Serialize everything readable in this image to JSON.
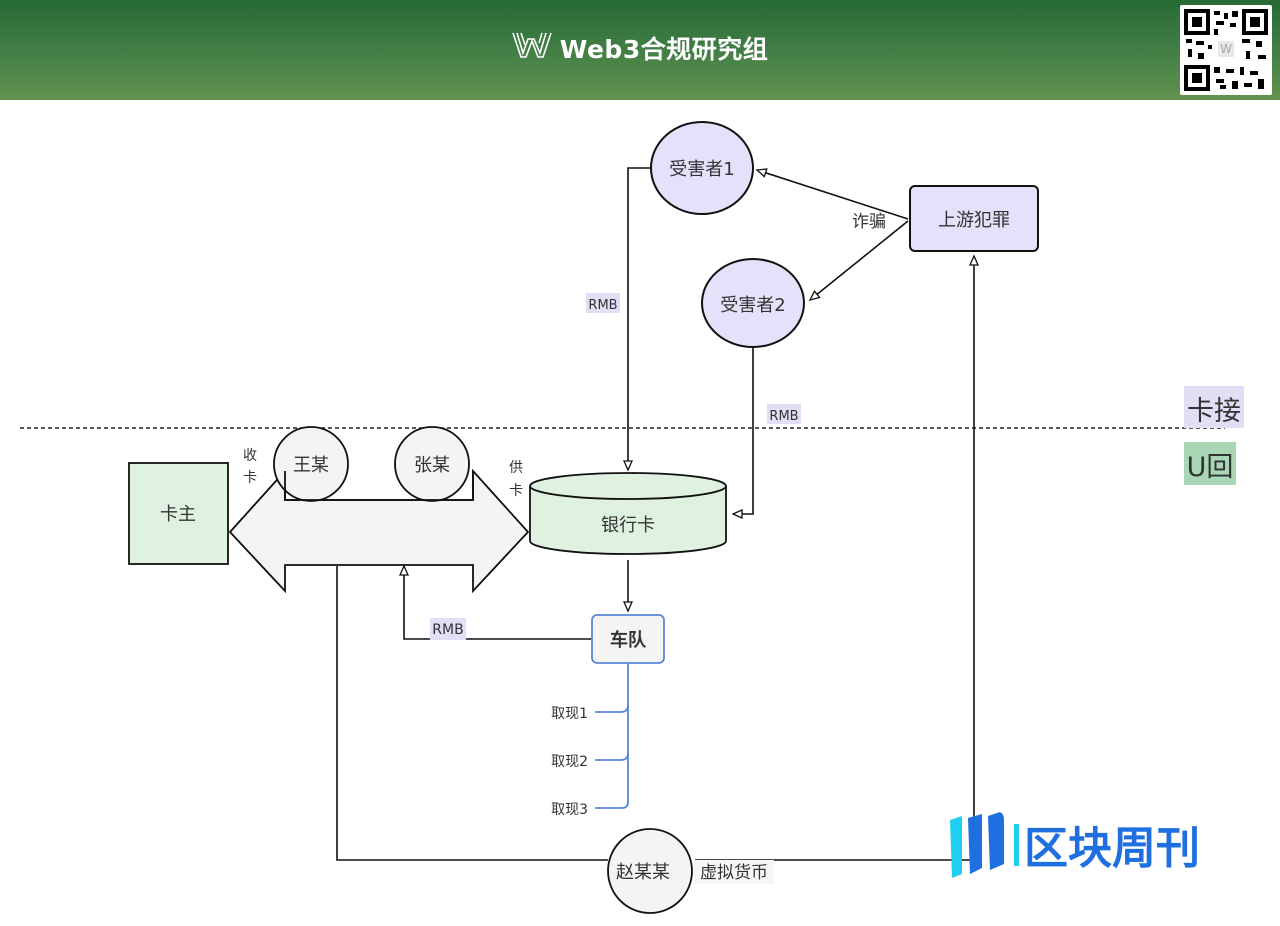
{
  "header": {
    "title": "Web3合规研究组",
    "logo_icon": "w-logo-icon",
    "qr_icon": "qr-code-icon"
  },
  "nodes": {
    "victim1": "受害者1",
    "victim2": "受害者2",
    "upstream_crime": "上游犯罪",
    "card_owner": "卡主",
    "wang": "王某",
    "zhang": "张某",
    "bank_card": "银行卡",
    "fleet": "车队",
    "zhao": "赵某某"
  },
  "edges": {
    "fraud": "诈骗",
    "rmb_victim1": "RMB",
    "rmb_victim2": "RMB",
    "rmb_fleet": "RMB",
    "collect_card_1": "收",
    "collect_card_2": "卡",
    "supply_card_1": "供",
    "supply_card_2": "卡",
    "virtual_currency": "虚拟货币"
  },
  "withdrawals": [
    "取现1",
    "取现2",
    "取现3"
  ],
  "side_tags": {
    "card_connect": "卡接",
    "u_return": "U回"
  },
  "watermark": {
    "text": "区块周刊"
  },
  "colors": {
    "header_top": "#276a35",
    "header_bottom": "#62924f",
    "purple_fill": "#e6e1fa",
    "green_fill": "#dff2e1",
    "gray_fill": "#f4f4f4",
    "blue_stroke": "#5b86d6",
    "tag_green": "#a9d6b4",
    "watermark_blue": "#1f6fe0",
    "watermark_cyan": "#1fd0f0"
  }
}
